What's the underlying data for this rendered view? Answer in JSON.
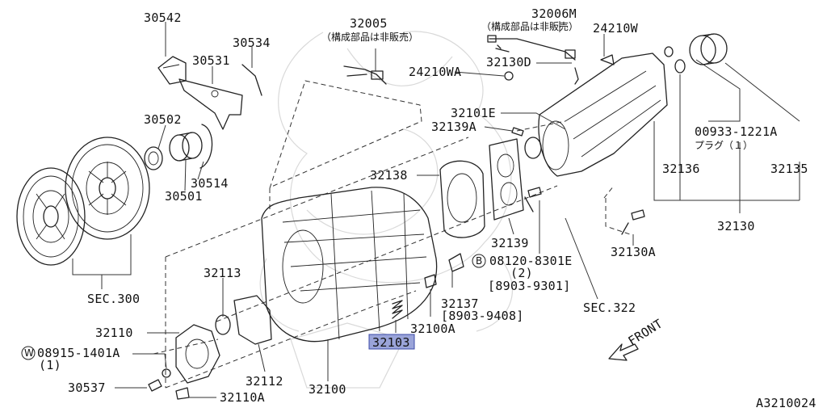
{
  "diagram_id": "A3210024",
  "highlight": {
    "part": "32103",
    "fill": "#9aa4d9",
    "stroke": "#3b4aa8"
  },
  "front_label": "FRONT",
  "labels": {
    "p30542": "30542",
    "p30534": "30534",
    "p30531": "30531",
    "p30502": "30502",
    "p30514": "30514",
    "p30501": "30501",
    "p32005": "32005",
    "n32005": "（構成部品は非販売）",
    "p32006M": "32006M",
    "n32006M": "（構成部品は非販売）",
    "p24210W": "24210W",
    "p24210WA": "24210WA",
    "p32130D": "32130D",
    "p32101E": "32101E",
    "p32139A": "32139A",
    "p00933": "00933-1221A",
    "n00933": "プラグ（１）",
    "p32138": "32138",
    "p32136": "32136",
    "p32135": "32135",
    "p32130": "32130",
    "p32130A": "32130A",
    "p32139": "32139",
    "p08120": "08120-8301E",
    "q08120": "(2)",
    "d08120": "[8903-9301]",
    "b08120": "B",
    "p32137": "32137",
    "d32137": "[8903-9408]",
    "sec322": "SEC.322",
    "sec300": "SEC.300",
    "p32113": "32113",
    "p32110": "32110",
    "p08915": "08915-1401A",
    "q08915": "(1)",
    "w08915": "W",
    "p30537": "30537",
    "p32110A": "32110A",
    "p32112": "32112",
    "p32100": "32100",
    "p32100A": "32100A",
    "p32103": "32103"
  }
}
